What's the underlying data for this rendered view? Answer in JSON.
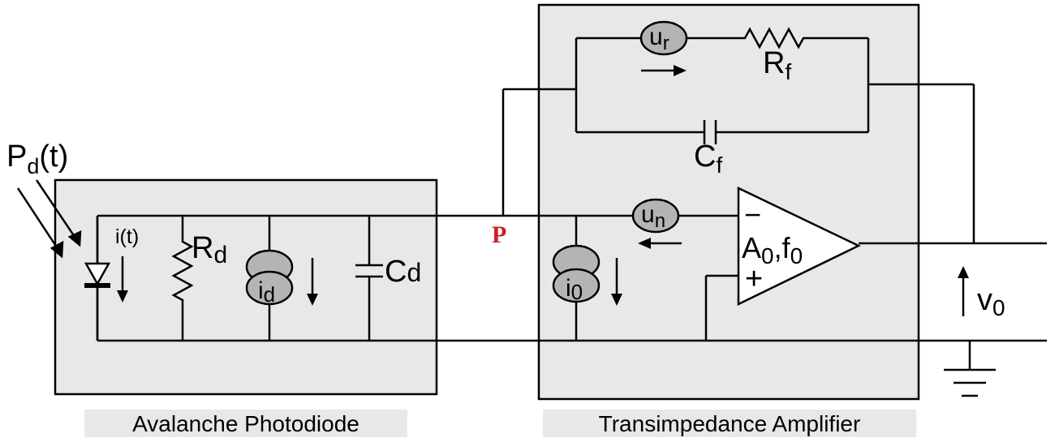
{
  "blocks": {
    "apd": {
      "caption": "Avalanche Photodiode"
    },
    "tia": {
      "caption": "Transimpedance Amplifier"
    }
  },
  "labels": {
    "optical_power": {
      "main": "P",
      "sub": "d",
      "tail": "(t)"
    },
    "photocurrent": "i(t)",
    "rd": {
      "main": "R",
      "sub": "d"
    },
    "cd": {
      "main": "C",
      "sub": "d"
    },
    "id_source": {
      "main": "i",
      "sub": "d"
    },
    "node_p": "P",
    "ur_source": {
      "main": "u",
      "sub": "r"
    },
    "rf": {
      "main": "R",
      "sub": "f"
    },
    "cf": {
      "main": "C",
      "sub": "f"
    },
    "un_source": {
      "main": "u",
      "sub": "n"
    },
    "i0_source": {
      "main": "i",
      "sub": "0"
    },
    "amp_params": {
      "a": "A",
      "a_sub": "0",
      "sep": ",f",
      "f_sub": "0"
    },
    "amp_minus": "−",
    "amp_plus": "+",
    "v0": {
      "main": "v",
      "sub": "0"
    }
  },
  "colors": {
    "box_fill": "#e8e8e8",
    "source_fill": "#b4b4b4",
    "node_p": "#cc1f1f"
  }
}
